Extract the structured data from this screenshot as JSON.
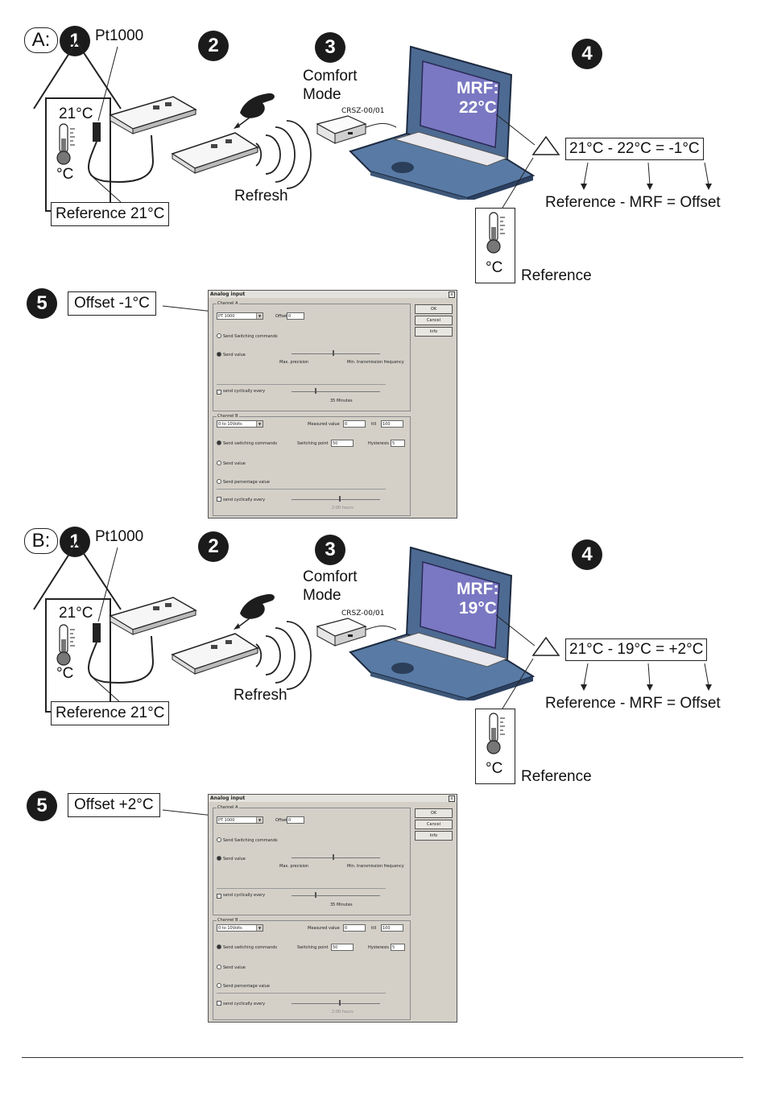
{
  "sections": [
    {
      "label": "A:",
      "sensor_label": "Pt1000",
      "house_temp": "21°C",
      "degree_unit": "°C",
      "reference_box": "Reference 21°C",
      "refresh_label": "Refresh",
      "comfort_mode": [
        "Comfort",
        "Mode"
      ],
      "device_label": "CRSZ-00/01",
      "screen_text": [
        "MRF:",
        "22°C"
      ],
      "equation": "21°C - 22°C = -1°C",
      "formula": "Reference - MRF = Offset",
      "reference_label": "Reference",
      "offset_box": "Offset -1°C",
      "steps": [
        "1",
        "2",
        "3",
        "4",
        "5"
      ],
      "dialog": {
        "title": "Analog input",
        "close": "x",
        "channel_a": "Channel A",
        "sensor_select": "PT 1000",
        "offset_label": "Offset",
        "offset_value": "0",
        "ok": "OK",
        "cancel": "Cancel",
        "info": "Info",
        "send_switching": "Send Switching commands",
        "send_value": "Send value",
        "max_precision": "Max. precision",
        "min_frequency": "Min. transmission frequency",
        "send_cyclically": "send cyclically every",
        "cyclic_a": "35 Minutes",
        "channel_b": "Channel B",
        "b_select": "0 to 10Volts",
        "measured_value": "Measured value",
        "measured_from": "0",
        "till": "till",
        "measured_to": "100",
        "send_switching_b": "Send switching commands",
        "switching_point": "Switching point",
        "switching_value": "50",
        "hysteresis": "Hysteresis",
        "hysteresis_value": "5",
        "send_value_b": "Send value",
        "send_percentage": "Send percentage value",
        "send_cyclically_b": "send cyclically every",
        "cyclic_b": "2:00 hours"
      }
    },
    {
      "label": "B:",
      "sensor_label": "Pt1000",
      "house_temp": "21°C",
      "degree_unit": "°C",
      "reference_box": "Reference 21°C",
      "refresh_label": "Refresh",
      "comfort_mode": [
        "Comfort",
        "Mode"
      ],
      "device_label": "CRSZ-00/01",
      "screen_text": [
        "MRF:",
        "19°C"
      ],
      "equation": "21°C - 19°C = +2°C",
      "formula": "Reference - MRF = Offset",
      "reference_label": "Reference",
      "offset_box": "Offset +2°C",
      "steps": [
        "1",
        "2",
        "3",
        "4",
        "5"
      ],
      "dialog": {
        "title": "Analog input",
        "close": "x",
        "channel_a": "Channel A",
        "sensor_select": "PT 1000",
        "offset_label": "Offset",
        "offset_value": "0",
        "ok": "OK",
        "cancel": "Cancel",
        "info": "Info",
        "send_switching": "Send Switching commands",
        "send_value": "Send value",
        "max_precision": "Max. precision",
        "min_frequency": "Min. transmission frequency",
        "send_cyclically": "send cyclically every",
        "cyclic_a": "35 Minutes",
        "channel_b": "Channel B",
        "b_select": "0 to 10Volts",
        "measured_value": "Measured value",
        "measured_from": "0",
        "till": "till",
        "measured_to": "100",
        "send_switching_b": "Send switching commands",
        "switching_point": "Switching point",
        "switching_value": "50",
        "hysteresis": "Hysteresis",
        "hysteresis_value": "5",
        "send_value_b": "Send value",
        "send_percentage": "Send percentage value",
        "send_cyclically_b": "send cyclically every",
        "cyclic_b": "2:00 hours"
      }
    }
  ]
}
